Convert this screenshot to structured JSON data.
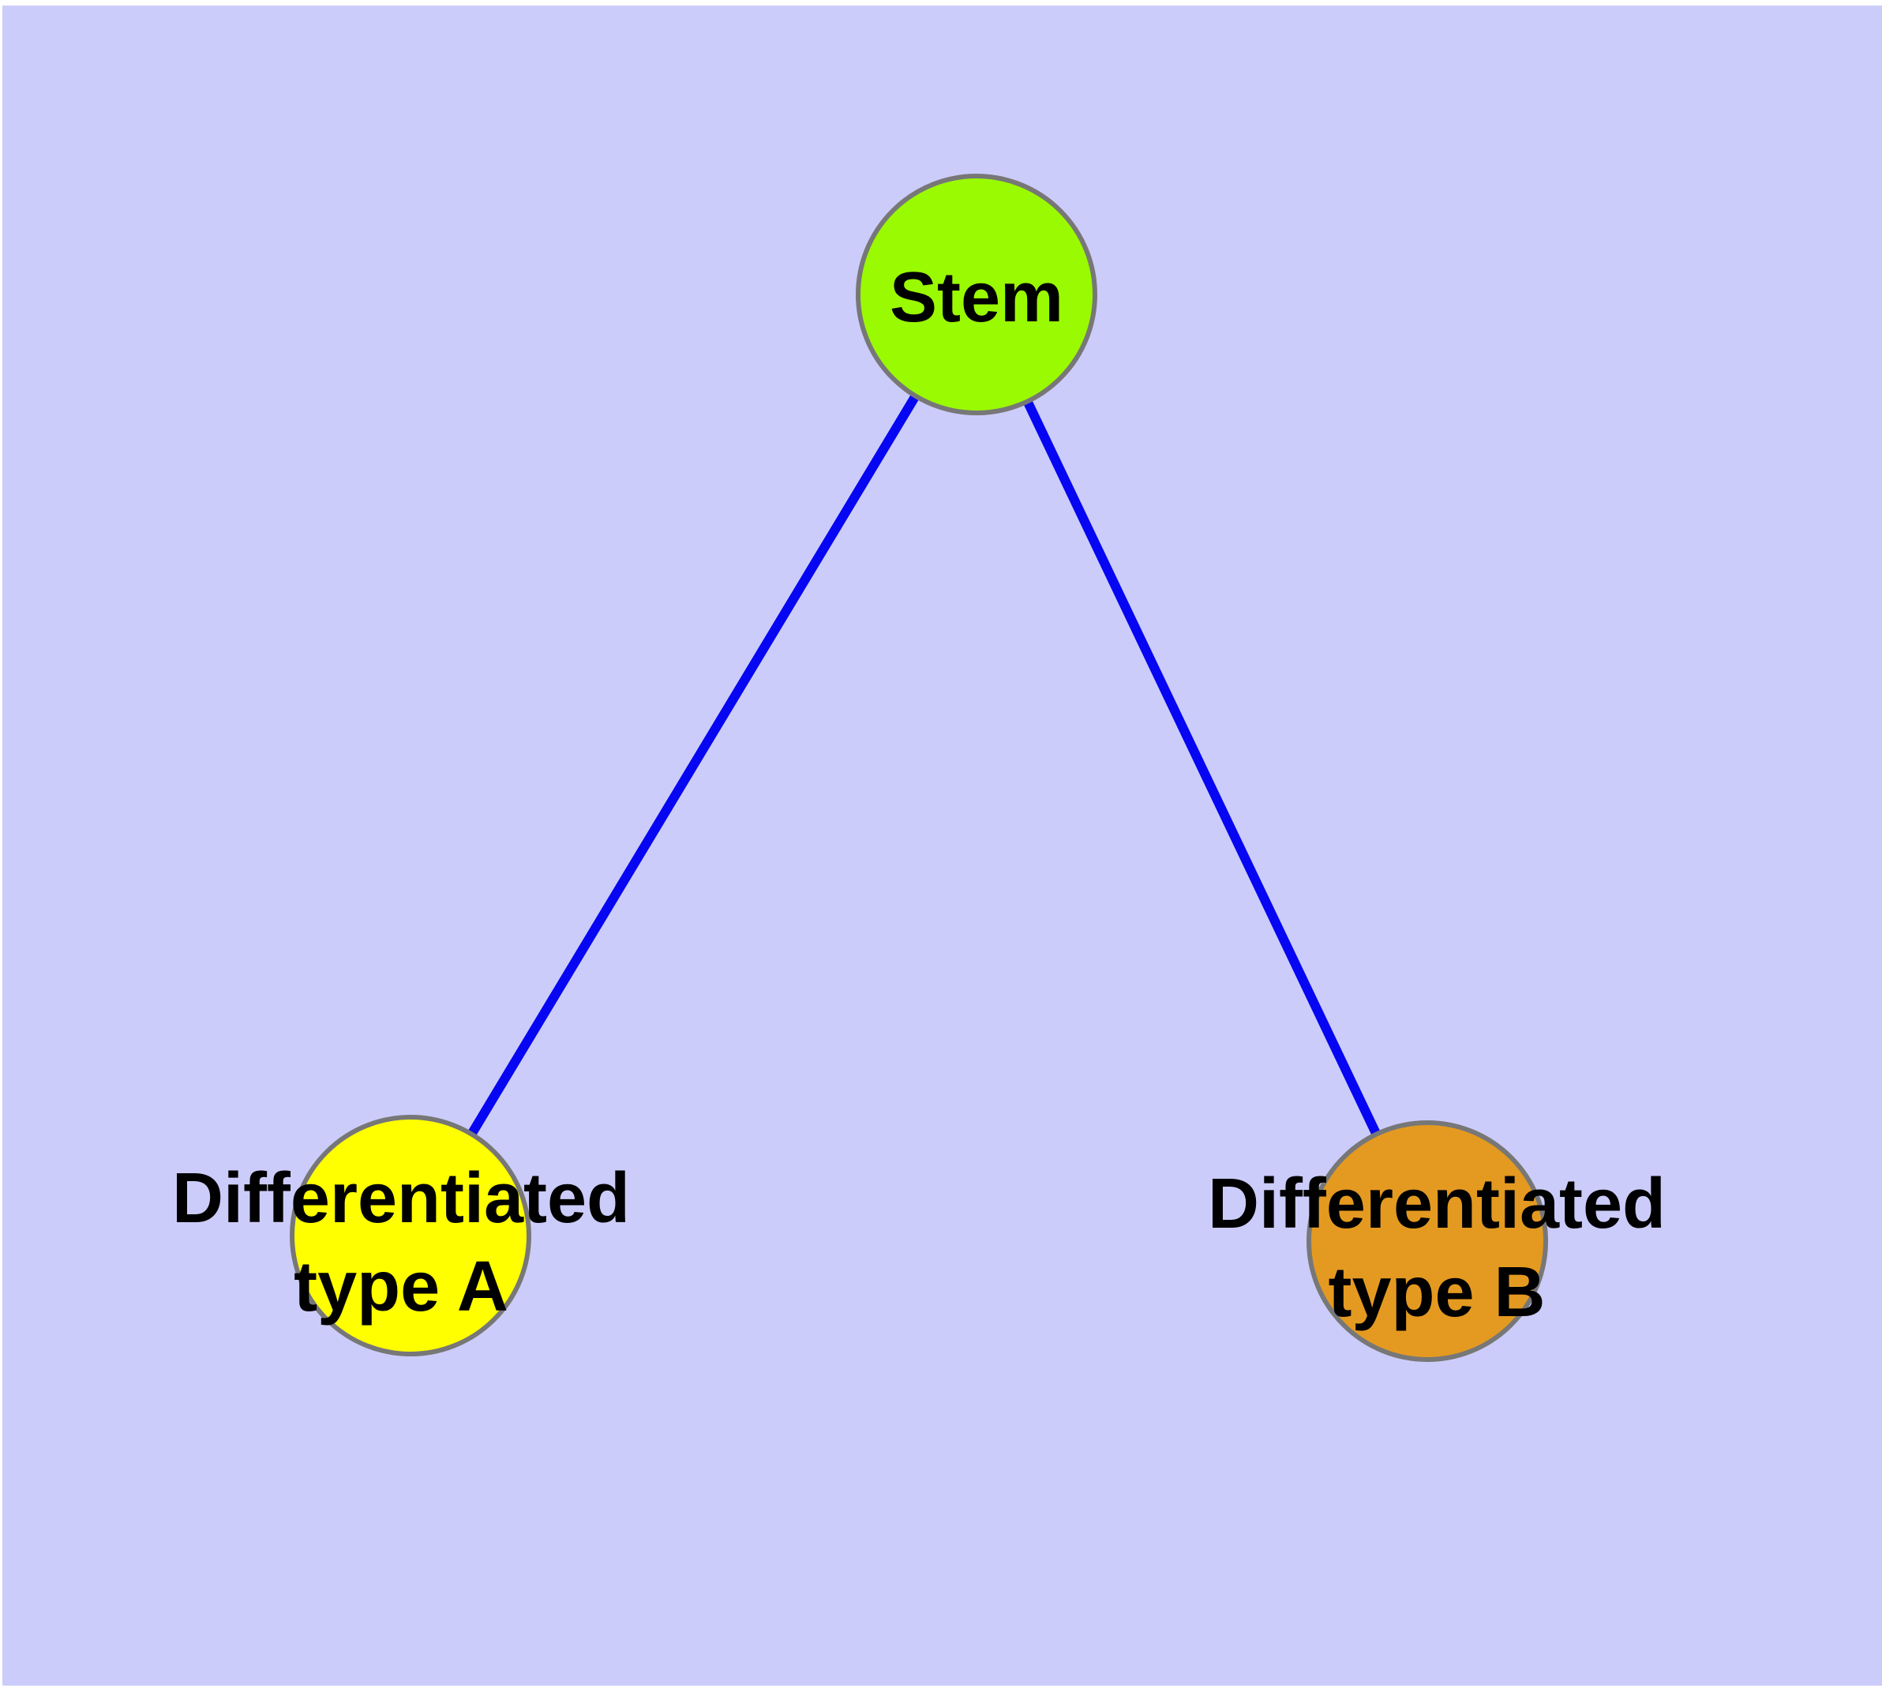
{
  "diagram": {
    "type": "graph",
    "background_color": "#CCCCFA",
    "margin_color": "#FFFFFF",
    "edge_color": "#0606F2",
    "node_border_color": "#777777",
    "label_color": "#000000",
    "nodes": {
      "stem": {
        "label": "Stem",
        "fill": "#9AFA02"
      },
      "typeA": {
        "label_line1": "Differentiated",
        "label_line2": "type A",
        "label_full": "Differentiated type A",
        "fill": "#FFFF00"
      },
      "typeB": {
        "label_line1": "Differentiated",
        "label_line2": "type B",
        "label_full": "Differentiated type B",
        "fill": "#E49A20"
      }
    },
    "edges": [
      {
        "source": "Stem",
        "target": "Differentiated type A"
      },
      {
        "source": "Stem",
        "target": "Differentiated type B"
      }
    ]
  }
}
